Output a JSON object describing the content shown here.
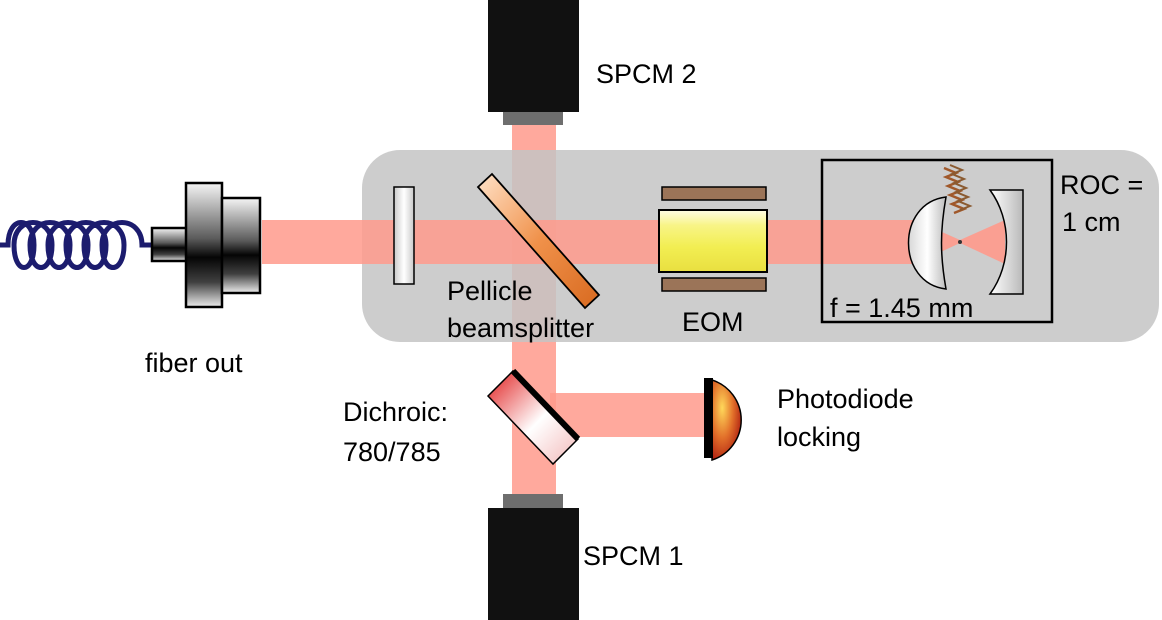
{
  "labels": {
    "spcm2": "SPCM 2",
    "spcm1": "SPCM 1",
    "fiber_out": "fiber out",
    "pellicle_line1": "Pellicle",
    "pellicle_line2": "beamsplitter",
    "eom": "EOM",
    "roc_line1": "ROC =",
    "roc_line2": "1 cm",
    "focal": "f = 1.45 mm",
    "dichroic_line1": "Dichroic:",
    "dichroic_line2": "780/785",
    "photodiode_line1": "Photodiode",
    "photodiode_line2": "locking"
  },
  "colors": {
    "beam": "#ff9a8c",
    "platform": "#c4c4c4",
    "detector": "#111111",
    "detector_window": "#6e6e6e",
    "fiber": "#1c1c6e",
    "eom_crystal": "#f2ee52",
    "eom_electrode": "#9b7458",
    "pellicle": "#f0914a",
    "dichroic": "#e43030",
    "photodiode": "#d2441a",
    "atom_beam": "#a0582a"
  }
}
